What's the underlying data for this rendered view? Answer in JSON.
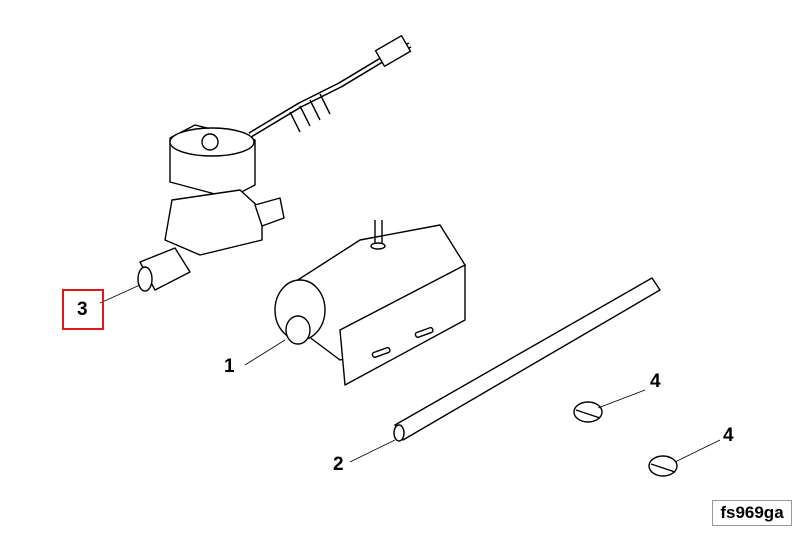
{
  "callouts": {
    "item1": "1",
    "item2": "2",
    "item3": "3",
    "item4a": "4",
    "item4b": "4"
  },
  "figure_code": "fs969ga",
  "colors": {
    "highlight": "#e0161b",
    "line": "#000000"
  }
}
